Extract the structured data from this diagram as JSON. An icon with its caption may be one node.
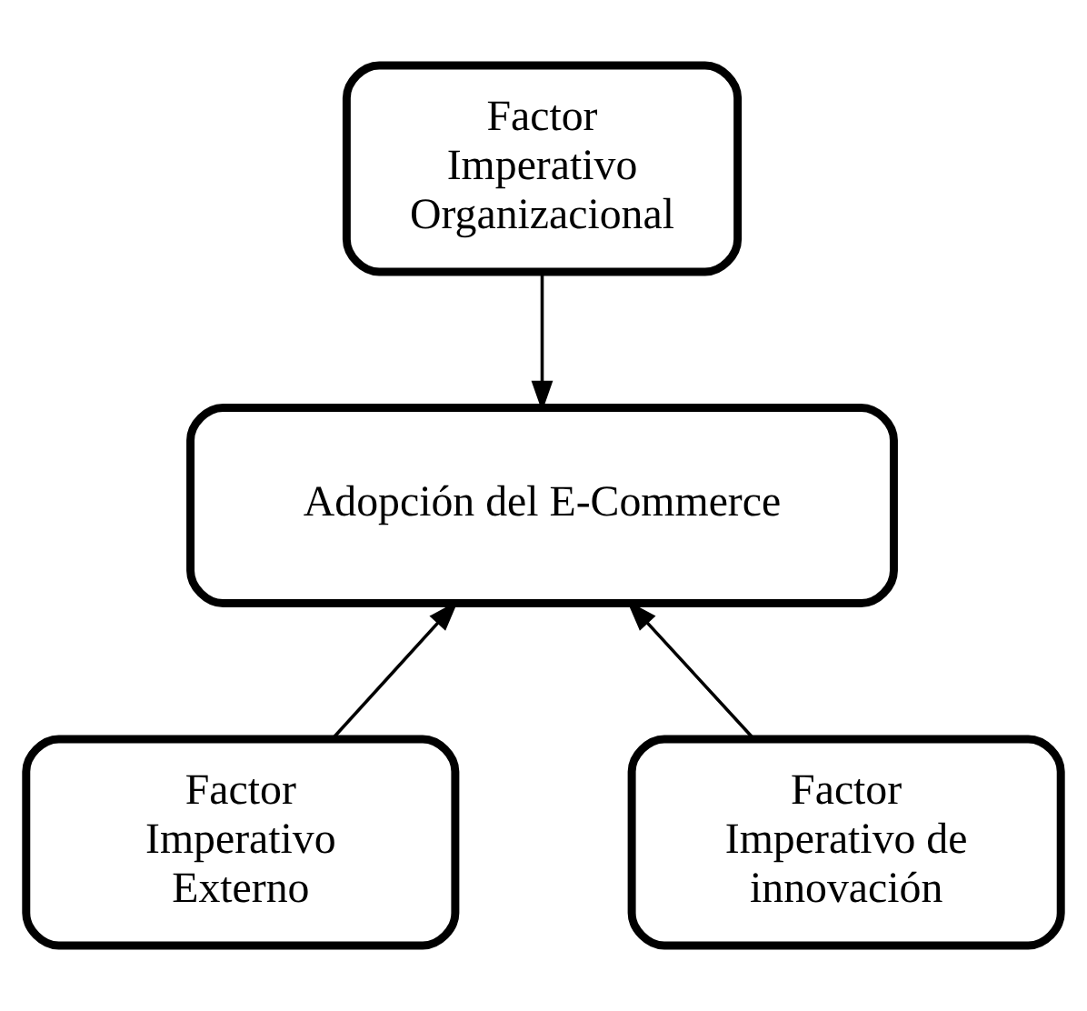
{
  "diagram": {
    "nodes": [
      {
        "text": [
          "Factor Imperativo Organizacional"
        ]
      },
      {
        "text": [
          "Adopción del E-Commerce"
        ]
      },
      {
        "text": [
          "Factor Imperativo Externo"
        ]
      },
      {
        "text": [
          "Factor Imperativo de innovación"
        ]
      }
    ],
    "edges": [
      {
        "from": 0,
        "to": 1,
        "arrow": "to"
      },
      {
        "from": 2,
        "to": 1,
        "arrow": "to"
      },
      {
        "from": 3,
        "to": 1,
        "arrow": "to"
      }
    ]
  }
}
